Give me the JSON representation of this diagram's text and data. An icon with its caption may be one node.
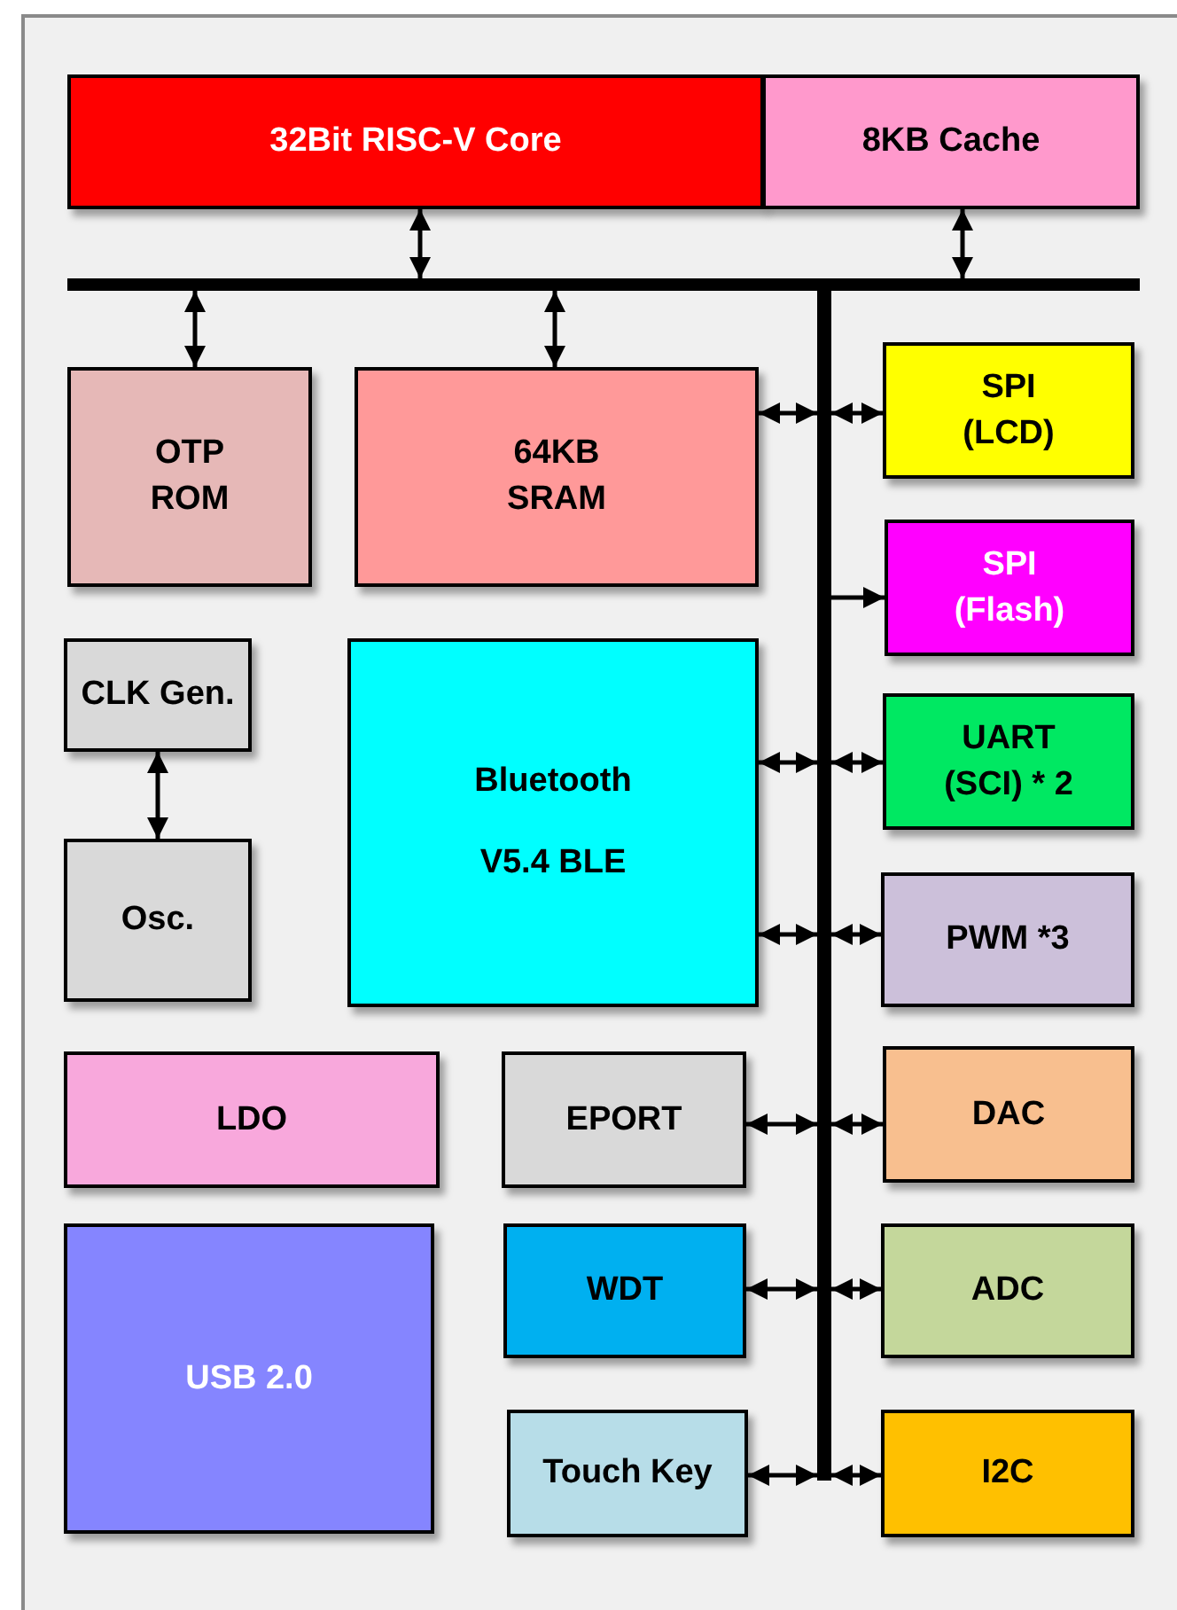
{
  "diagram": {
    "nodes": [
      {
        "text": [
          "32Bit RISC-V Core"
        ]
      },
      {
        "text": [
          "8KB Cache"
        ]
      },
      {
        "text": [],
        "shape": "bar"
      },
      {
        "text": [],
        "shape": "bar"
      },
      {
        "text": [
          "OTP ROM"
        ]
      },
      {
        "text": [
          "64KB SRAM"
        ]
      },
      {
        "text": [
          "SPI (LCD)"
        ]
      },
      {
        "text": [
          "SPI (Flash)"
        ]
      },
      {
        "text": [
          "CLK Gen."
        ]
      },
      {
        "text": [
          "Bluetooth",
          "V5.4 BLE"
        ]
      },
      {
        "text": [
          "UART (SCI) * 2"
        ]
      },
      {
        "text": [
          "Osc."
        ]
      },
      {
        "text": [
          "PWM *3"
        ]
      },
      {
        "text": [
          "LDO"
        ]
      },
      {
        "text": [
          "EPORT"
        ]
      },
      {
        "text": [
          "DAC"
        ]
      },
      {
        "text": [
          "USB 2.0"
        ]
      },
      {
        "text": [
          "WDT"
        ]
      },
      {
        "text": [
          "ADC"
        ]
      },
      {
        "text": [
          "Touch Key"
        ]
      },
      {
        "text": [
          "I2C"
        ]
      }
    ],
    "edges": [
      {
        "from": 0,
        "to": 2,
        "arrow": "both"
      },
      {
        "from": 1,
        "to": 2,
        "arrow": "both"
      },
      {
        "from": 2,
        "to": 4,
        "arrow": "both"
      },
      {
        "from": 2,
        "to": 5,
        "arrow": "both"
      },
      {
        "from": 3,
        "to": 5,
        "arrow": "both"
      },
      {
        "from": 3,
        "to": 6,
        "arrow": "both"
      },
      {
        "from": 3,
        "to": 7,
        "arrow": "to"
      },
      {
        "from": 3,
        "to": 9,
        "arrow": "both"
      },
      {
        "from": 3,
        "to": 10,
        "arrow": "both"
      },
      {
        "from": 3,
        "to": 9,
        "arrow": "both"
      },
      {
        "from": 3,
        "to": 12,
        "arrow": "both"
      },
      {
        "from": 3,
        "to": 14,
        "arrow": "both"
      },
      {
        "from": 3,
        "to": 15,
        "arrow": "both"
      },
      {
        "from": 3,
        "to": 17,
        "arrow": "both"
      },
      {
        "from": 3,
        "to": 18,
        "arrow": "both"
      },
      {
        "from": 3,
        "to": 19,
        "arrow": "both"
      },
      {
        "from": 3,
        "to": 20,
        "arrow": "both"
      },
      {
        "from": 8,
        "to": 11,
        "arrow": "both"
      }
    ]
  }
}
